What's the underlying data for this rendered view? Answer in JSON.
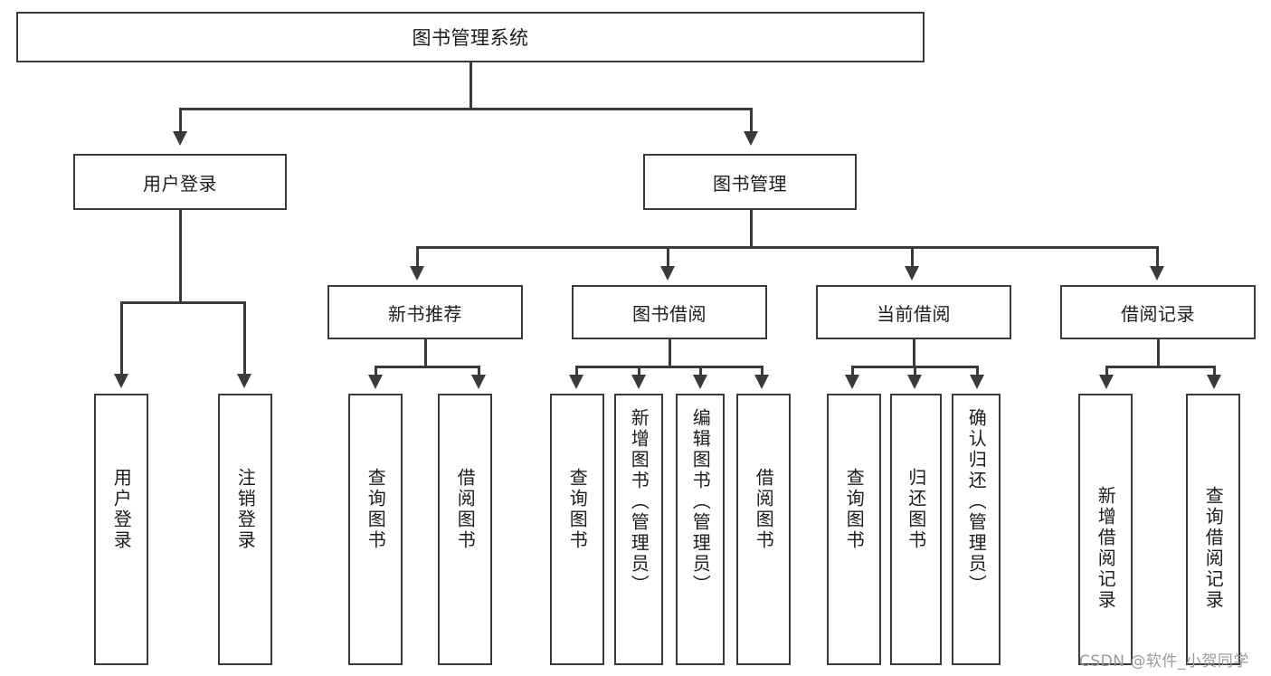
{
  "diagram": {
    "type": "tree",
    "title": "图书管理系统",
    "root": {
      "label": "图书管理系统"
    },
    "level2": [
      {
        "label": "用户登录"
      },
      {
        "label": "图书管理"
      }
    ],
    "level3": [
      {
        "label": "新书推荐"
      },
      {
        "label": "图书借阅"
      },
      {
        "label": "当前借阅"
      },
      {
        "label": "借阅记录"
      }
    ],
    "leaves": {
      "user_login": [
        {
          "label": "用户登录"
        },
        {
          "label": "注销登录"
        }
      ],
      "new_book": [
        {
          "label": "查询图书"
        },
        {
          "label": "借阅图书"
        }
      ],
      "book_borrow": [
        {
          "label": "查询图书"
        },
        {
          "label": "新增图书（管理员）"
        },
        {
          "label": "编辑图书（管理员）"
        },
        {
          "label": "借阅图书"
        }
      ],
      "current_borrow": [
        {
          "label": "查询图书"
        },
        {
          "label": "归还图书"
        },
        {
          "label": "确认归还（管理员）"
        }
      ],
      "borrow_record": [
        {
          "label": "新增借阅记录"
        },
        {
          "label": "查询借阅记录"
        }
      ]
    }
  },
  "watermark": {
    "text": "CSDN @软件_小贺同学"
  },
  "colors": {
    "stroke": "#3a3a3a",
    "background": "#ffffff",
    "text": "#1c1c1c",
    "watermark": "#9a9a9a"
  }
}
